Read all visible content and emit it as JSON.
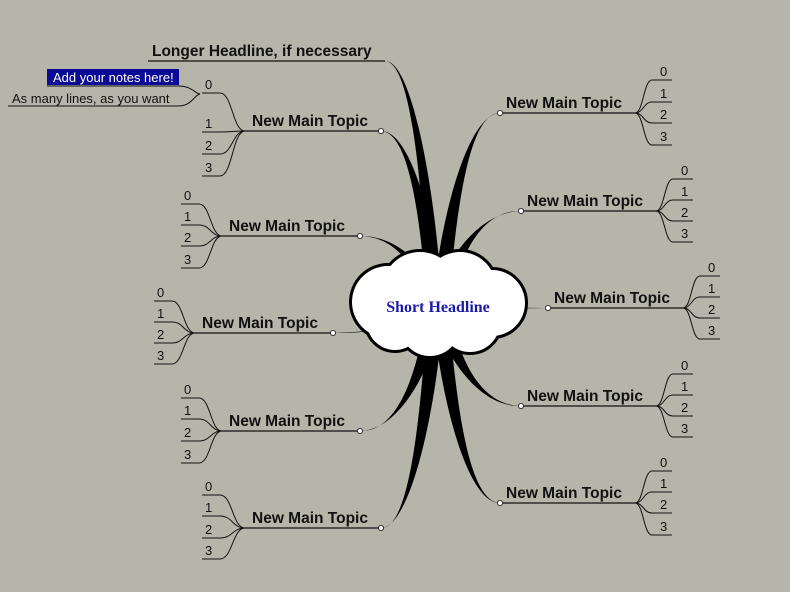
{
  "central_topic": "Short Headline",
  "headline": "Longer Headline, if necessary",
  "notes": {
    "highlighted": "Add your notes here!",
    "line": "As many lines, as you want"
  },
  "colors": {
    "background": "#b6b5a9",
    "central_text": "#1a1aa8",
    "note_highlight": "#0a0a96"
  },
  "left_topics": [
    {
      "label": "New Main Topic",
      "subtopics": [
        "0",
        "1",
        "2",
        "3"
      ]
    },
    {
      "label": "New Main Topic",
      "subtopics": [
        "0",
        "1",
        "2",
        "3"
      ]
    },
    {
      "label": "New Main Topic",
      "subtopics": [
        "0",
        "1",
        "2",
        "3"
      ]
    },
    {
      "label": "New Main Topic",
      "subtopics": [
        "0",
        "1",
        "2",
        "3"
      ]
    },
    {
      "label": "New Main Topic",
      "subtopics": [
        "0",
        "1",
        "2",
        "3"
      ]
    }
  ],
  "right_topics": [
    {
      "label": "New Main Topic",
      "subtopics": [
        "0",
        "1",
        "2",
        "3"
      ]
    },
    {
      "label": "New Main Topic",
      "subtopics": [
        "0",
        "1",
        "2",
        "3"
      ]
    },
    {
      "label": "New Main Topic",
      "subtopics": [
        "0",
        "1",
        "2",
        "3"
      ]
    },
    {
      "label": "New Main Topic",
      "subtopics": [
        "0",
        "1",
        "2",
        "3"
      ]
    },
    {
      "label": "New Main Topic",
      "subtopics": [
        "0",
        "1",
        "2",
        "3"
      ]
    }
  ]
}
